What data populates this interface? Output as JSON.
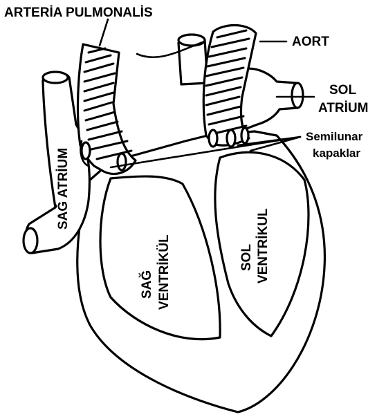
{
  "diagram": {
    "labels": {
      "arteria_pulmonalis": "ARTERİA PULMONALİS",
      "aort": "AORT",
      "sol_atrium_line1": "SOL",
      "sol_atrium_line2": "ATRİUM",
      "semilunar_line1": "Semilunar",
      "semilunar_line2": "kapaklar",
      "sag_atrium": "SAĞ ATRİUM",
      "sag_ventrikul_line1": "SAĞ",
      "sag_ventrikul_line2": "VENTRİKÜL",
      "sol_ventrikul_line1": "SOL",
      "sol_ventrikul_line2": "VENTRİKUL"
    }
  }
}
